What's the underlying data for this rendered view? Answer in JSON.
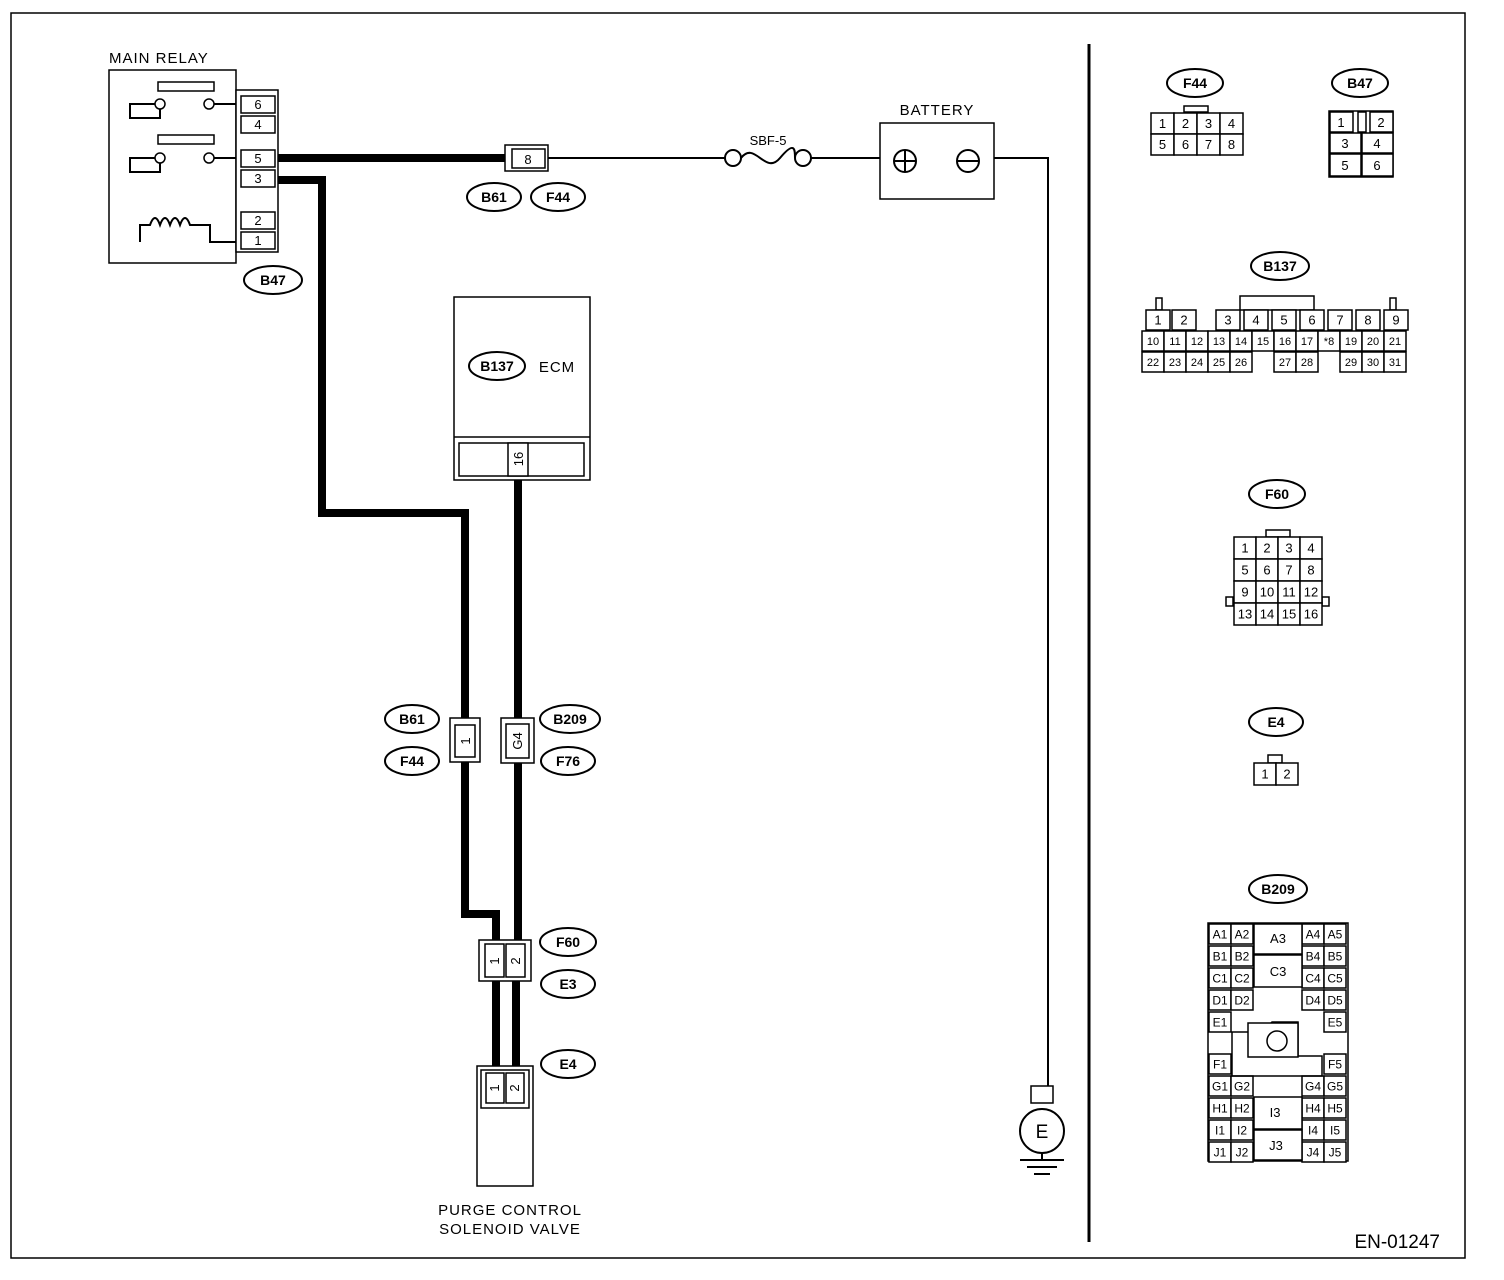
{
  "labels": {
    "main_relay": "MAIN RELAY",
    "battery": "BATTERY",
    "fuse": "SBF-5",
    "ecm": "ECM",
    "valve_line1": "PURGE  CONTROL",
    "valve_line2": "SOLENOID  VALVE",
    "ground": "E",
    "figure_id": "EN-01247"
  },
  "main_relay_pins": [
    "6",
    "4",
    "5",
    "3",
    "2",
    "1"
  ],
  "inline_pins": {
    "b61_f44_top": "8",
    "ecm_pin": "16",
    "b61_f44_mid": "1",
    "b209_f76": "G4",
    "f60_left": "1",
    "f60_right": "2",
    "e4_left": "1",
    "e4_right": "2"
  },
  "connector_tags": {
    "b47": "B47",
    "b61_top": "B61",
    "f44_top": "F44",
    "b137": "B137",
    "b61_mid": "B61",
    "f44_mid": "F44",
    "b209": "B209",
    "f76": "F76",
    "f60": "F60",
    "e3": "E3",
    "e4": "E4"
  },
  "side_connectors": {
    "f44": {
      "name": "F44",
      "rows": [
        [
          "1",
          "2",
          "3",
          "4"
        ],
        [
          "5",
          "6",
          "7",
          "8"
        ]
      ]
    },
    "b47": {
      "name": "B47",
      "rows": [
        [
          "1",
          "",
          "2"
        ],
        [
          "3",
          "4"
        ],
        [
          "5",
          "6"
        ]
      ]
    },
    "b137": {
      "name": "B137",
      "rows": [
        [
          "1",
          "2",
          "",
          "3",
          "4",
          "5",
          "6",
          "7",
          "8",
          "9"
        ],
        [
          "10",
          "11",
          "12",
          "13",
          "14",
          "15",
          "16",
          "17",
          "*8",
          "19",
          "20",
          "21"
        ],
        [
          "22",
          "23",
          "24",
          "25",
          "26",
          "",
          "27",
          "28",
          "",
          "29",
          "30",
          "31"
        ]
      ]
    },
    "f60": {
      "name": "F60",
      "rows": [
        [
          "1",
          "2",
          "3",
          "4"
        ],
        [
          "5",
          "6",
          "7",
          "8"
        ],
        [
          "9",
          "10",
          "11",
          "12"
        ],
        [
          "13",
          "14",
          "15",
          "16"
        ]
      ]
    },
    "e4": {
      "name": "E4",
      "rows": [
        [
          "1",
          "2"
        ]
      ]
    },
    "b209": {
      "name": "B209",
      "left_rows": [
        [
          "A1",
          "A2"
        ],
        [
          "B1",
          "B2"
        ],
        [
          "C1",
          "C2"
        ],
        [
          "D1",
          "D2"
        ],
        [
          "E1"
        ],
        [
          "F1"
        ],
        [
          "G1",
          "G2"
        ],
        [
          "H1",
          "H2"
        ],
        [
          "I1",
          "I2"
        ],
        [
          "J1",
          "J2"
        ]
      ],
      "right_rows": [
        [
          "A4",
          "A5"
        ],
        [
          "B4",
          "B5"
        ],
        [
          "C4",
          "C5"
        ],
        [
          "D4",
          "D5"
        ],
        [
          "E5"
        ],
        [
          "F5"
        ],
        [
          "G4",
          "G5"
        ],
        [
          "H4",
          "H5"
        ],
        [
          "I4",
          "I5"
        ],
        [
          "J4",
          "J5"
        ]
      ],
      "center": [
        "A3",
        "C3",
        "I3",
        "J3"
      ]
    }
  }
}
